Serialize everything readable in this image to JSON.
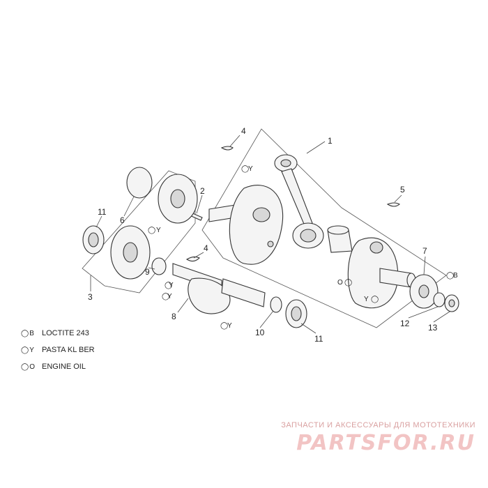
{
  "callouts": {
    "c1": "1",
    "c2": "2",
    "c3": "3",
    "c4a": "4",
    "c4b": "4",
    "c5": "5",
    "c6": "6",
    "c7": "7",
    "c8": "8",
    "c9": "9",
    "c10": "10",
    "c11a": "11",
    "c11b": "11",
    "c12": "12",
    "c13": "13"
  },
  "marks": {
    "y": "Y",
    "o": "O",
    "b": "B"
  },
  "legend": [
    {
      "symbol": "B",
      "label": "LOCTITE 243"
    },
    {
      "symbol": "Y",
      "label": "PASTA KL BER"
    },
    {
      "symbol": "O",
      "label": "ENGINE OIL"
    }
  ],
  "watermark": {
    "tagline": "ЗАПЧАСТИ И АКСЕССУАРЫ ДЛЯ МОТОТЕХНИКИ",
    "name": "PARTSFOR.RU"
  },
  "icons": {
    "drop": "drop-icon"
  },
  "colors": {
    "watermark": "#f2c4c4",
    "line": "#333333"
  }
}
